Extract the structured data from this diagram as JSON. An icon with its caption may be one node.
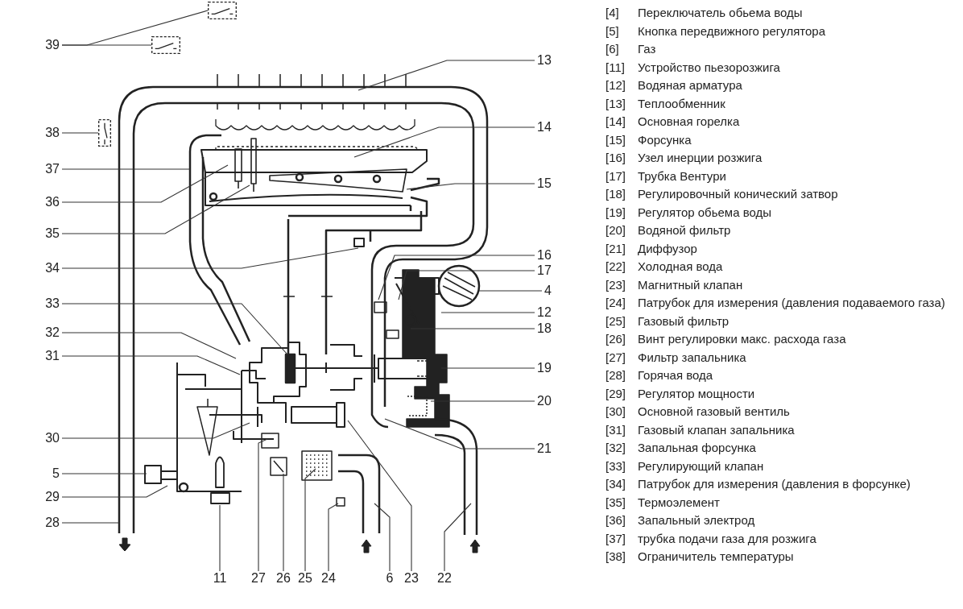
{
  "diagram": {
    "nodes": [
      {
        "text": [
          "39"
        ]
      },
      {
        "text": [
          "38"
        ]
      },
      {
        "text": [
          "37"
        ]
      },
      {
        "text": [
          "36"
        ]
      },
      {
        "text": [
          "35"
        ]
      },
      {
        "text": [
          "34"
        ]
      },
      {
        "text": [
          "33"
        ]
      },
      {
        "text": [
          "32"
        ]
      },
      {
        "text": [
          "31"
        ]
      },
      {
        "text": [
          "30"
        ]
      },
      {
        "text": [
          "5"
        ]
      },
      {
        "text": [
          "29"
        ]
      },
      {
        "text": [
          "28"
        ]
      },
      {
        "text": [
          "13"
        ]
      },
      {
        "text": [
          "14"
        ]
      },
      {
        "text": [
          "15"
        ]
      },
      {
        "text": [
          "16"
        ]
      },
      {
        "text": [
          "17"
        ]
      },
      {
        "text": [
          "4"
        ]
      },
      {
        "text": [
          "12"
        ]
      },
      {
        "text": [
          "18"
        ]
      },
      {
        "text": [
          "19"
        ]
      },
      {
        "text": [
          "20"
        ]
      },
      {
        "text": [
          "21"
        ]
      },
      {
        "text": [
          "11"
        ]
      },
      {
        "text": [
          "27"
        ]
      },
      {
        "text": [
          "26"
        ]
      },
      {
        "text": [
          "25"
        ]
      },
      {
        "text": [
          "24"
        ]
      },
      {
        "text": [
          "6"
        ]
      },
      {
        "text": [
          "23"
        ]
      },
      {
        "text": [
          "22"
        ]
      },
      {
        "text": [],
        "shape": "box"
      },
      {
        "text": [],
        "shape": "box"
      },
      {
        "text": [],
        "shape": "box"
      }
    ],
    "edges": [
      {
        "from": 0,
        "to": 32,
        "arrow": "none"
      },
      {
        "from": 0,
        "to": 33,
        "arrow": "none"
      },
      {
        "from": 1,
        "to": 34,
        "arrow": "none"
      },
      {
        "from": 2,
        "to": null,
        "arrow": "none"
      },
      {
        "from": 3,
        "to": null,
        "arrow": "none"
      },
      {
        "from": 4,
        "to": null,
        "arrow": "none"
      },
      {
        "from": 5,
        "to": null,
        "arrow": "none"
      },
      {
        "from": 6,
        "to": null,
        "arrow": "none"
      },
      {
        "from": 7,
        "to": null,
        "arrow": "none"
      },
      {
        "from": 8,
        "to": null,
        "arrow": "none"
      },
      {
        "from": 9,
        "to": null,
        "arrow": "none"
      },
      {
        "from": 10,
        "to": null,
        "arrow": "none"
      },
      {
        "from": 11,
        "to": null,
        "arrow": "none"
      },
      {
        "from": 12,
        "to": null,
        "arrow": "none"
      },
      {
        "from": 13,
        "to": null,
        "arrow": "none"
      },
      {
        "from": 14,
        "to": null,
        "arrow": "none"
      },
      {
        "from": 15,
        "to": null,
        "arrow": "none"
      },
      {
        "from": 16,
        "to": null,
        "arrow": "none"
      },
      {
        "from": 17,
        "to": null,
        "arrow": "none"
      },
      {
        "from": 18,
        "to": null,
        "arrow": "none"
      },
      {
        "from": 19,
        "to": null,
        "arrow": "none"
      },
      {
        "from": 20,
        "to": null,
        "arrow": "none"
      },
      {
        "from": 21,
        "to": null,
        "arrow": "none"
      },
      {
        "from": 22,
        "to": null,
        "arrow": "none"
      },
      {
        "from": 23,
        "to": null,
        "arrow": "none"
      },
      {
        "from": 24,
        "to": null,
        "arrow": "none"
      },
      {
        "from": 25,
        "to": null,
        "arrow": "none"
      },
      {
        "from": 26,
        "to": null,
        "arrow": "none"
      },
      {
        "from": 27,
        "to": null,
        "arrow": "none"
      },
      {
        "from": 28,
        "to": null,
        "arrow": "none"
      },
      {
        "from": 29,
        "to": null,
        "arrow": "none"
      },
      {
        "from": 30,
        "to": null,
        "arrow": "none"
      },
      {
        "from": 31,
        "to": null,
        "arrow": "none"
      }
    ],
    "labels": [
      "[4]",
      "Переключатель обьема воды",
      "[5]",
      "Кнопка передвижного регулятора",
      "[6]",
      "Газ",
      "[11]",
      "Устройство пьезорозжига",
      "[12]",
      "Водяная арматура",
      "[13]",
      "Теплообменник",
      "[14]",
      "Основная горелка",
      "[15]",
      "Форсунка",
      "[16]",
      "Узел инерции розжига",
      "[17]",
      "Трубка Вентури",
      "[18]",
      "Регулировочный конический затвор",
      "[19]",
      "Регулятор обьема воды",
      "[20]",
      "Водяной фильтр",
      "[21]",
      "Диффузор",
      "[22]",
      "Холодная вода",
      "[23]",
      "Магнитный клапан",
      "[24]",
      "Патрубок для измерения (давления подаваемого газа)",
      "[25]",
      "Газовый фильтр",
      "[26]",
      "Винт регулировки макс. расхода газа",
      "[27]",
      "Фильтр запальника",
      "[28]",
      "Горячая вода",
      "[29]",
      "Регулятор мощности",
      "[30]",
      "Основной газовый вентиль",
      "[31]",
      "Газовый клапан запальника",
      "[32]",
      "Запальная форсунка",
      "[33]",
      "Регулирующий клапан",
      "[34]",
      "Патрубок для измерения (давления в форсунке)",
      "[35]",
      "Термоэлемент",
      "[36]",
      "Запальный электрод",
      "[37]",
      "трубка подачи газа для розжига",
      "[38]",
      "Ограничитель температуры"
    ]
  }
}
